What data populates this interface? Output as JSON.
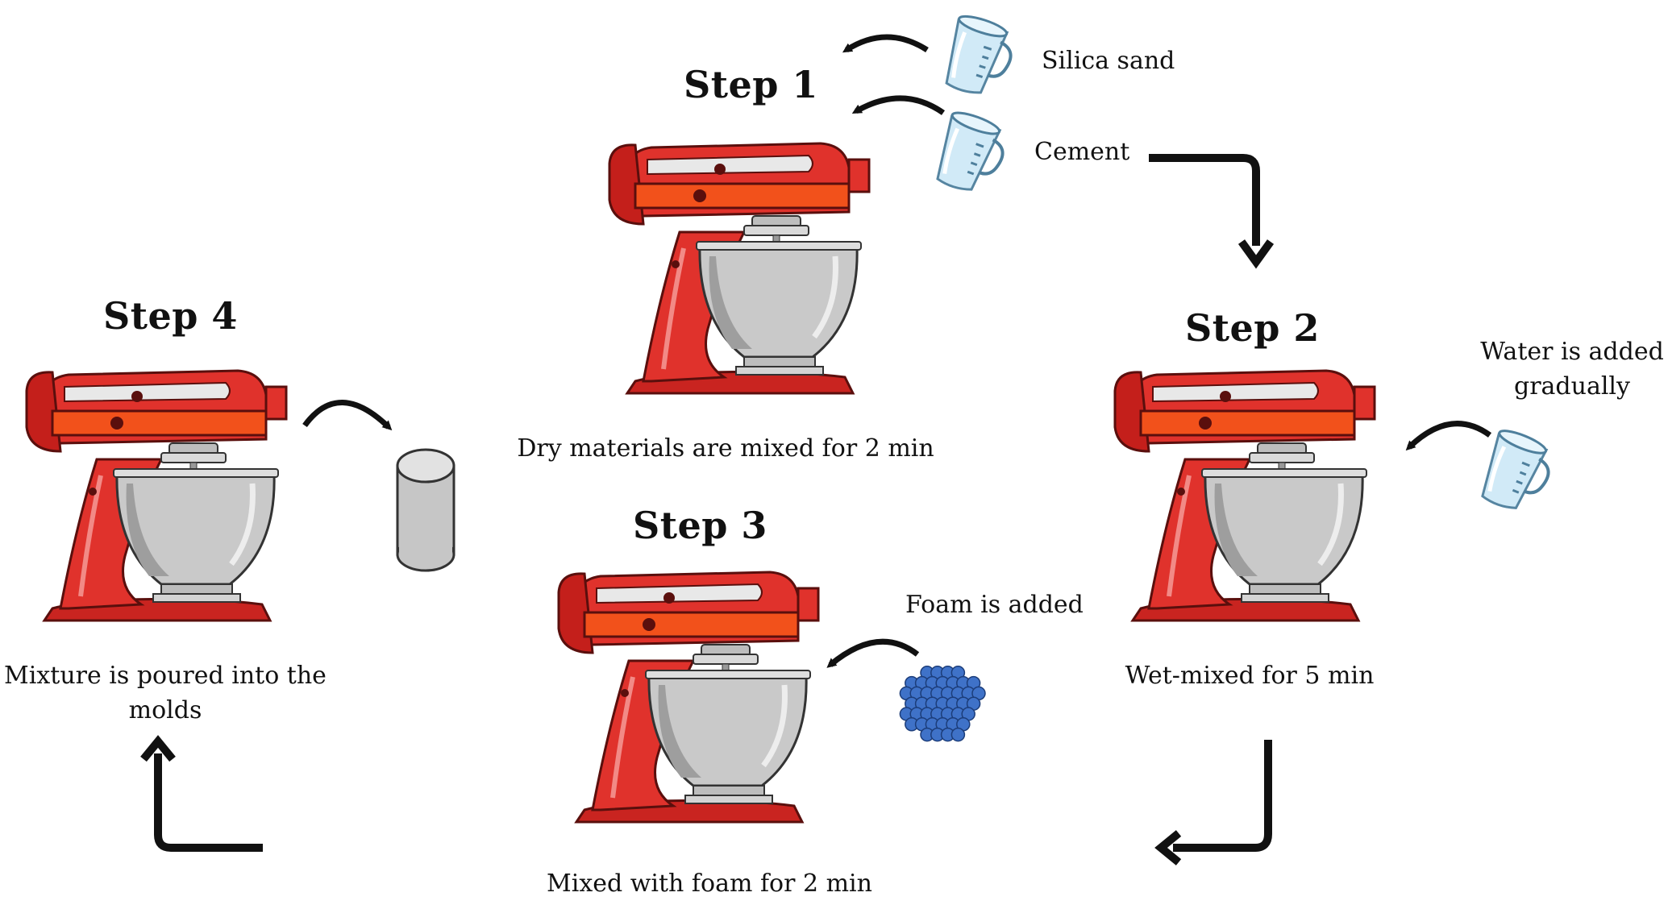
{
  "steps": [
    {
      "title": "Step 1",
      "caption": "Dry materials are mixed for 2 min"
    },
    {
      "title": "Step 2",
      "caption": "Wet-mixed for 5 min"
    },
    {
      "title": "Step 3",
      "caption": "Mixed with foam for 2 min"
    },
    {
      "title": "Step 4",
      "caption_line1": "Mixture is poured into the",
      "caption_line2": "molds"
    }
  ],
  "ingredients": {
    "silica": "Silica sand",
    "cement": "Cement",
    "water_line1": "Water is added",
    "water_line2": "gradually",
    "foam": "Foam is added"
  },
  "colors": {
    "mixer_red": "#e0322c",
    "mixer_dark": "#b81d1a",
    "mixer_band": "#f2511b",
    "bowl": "#c9c9c9",
    "cup": "#cfe9f7",
    "foam": "#3f72c8"
  }
}
